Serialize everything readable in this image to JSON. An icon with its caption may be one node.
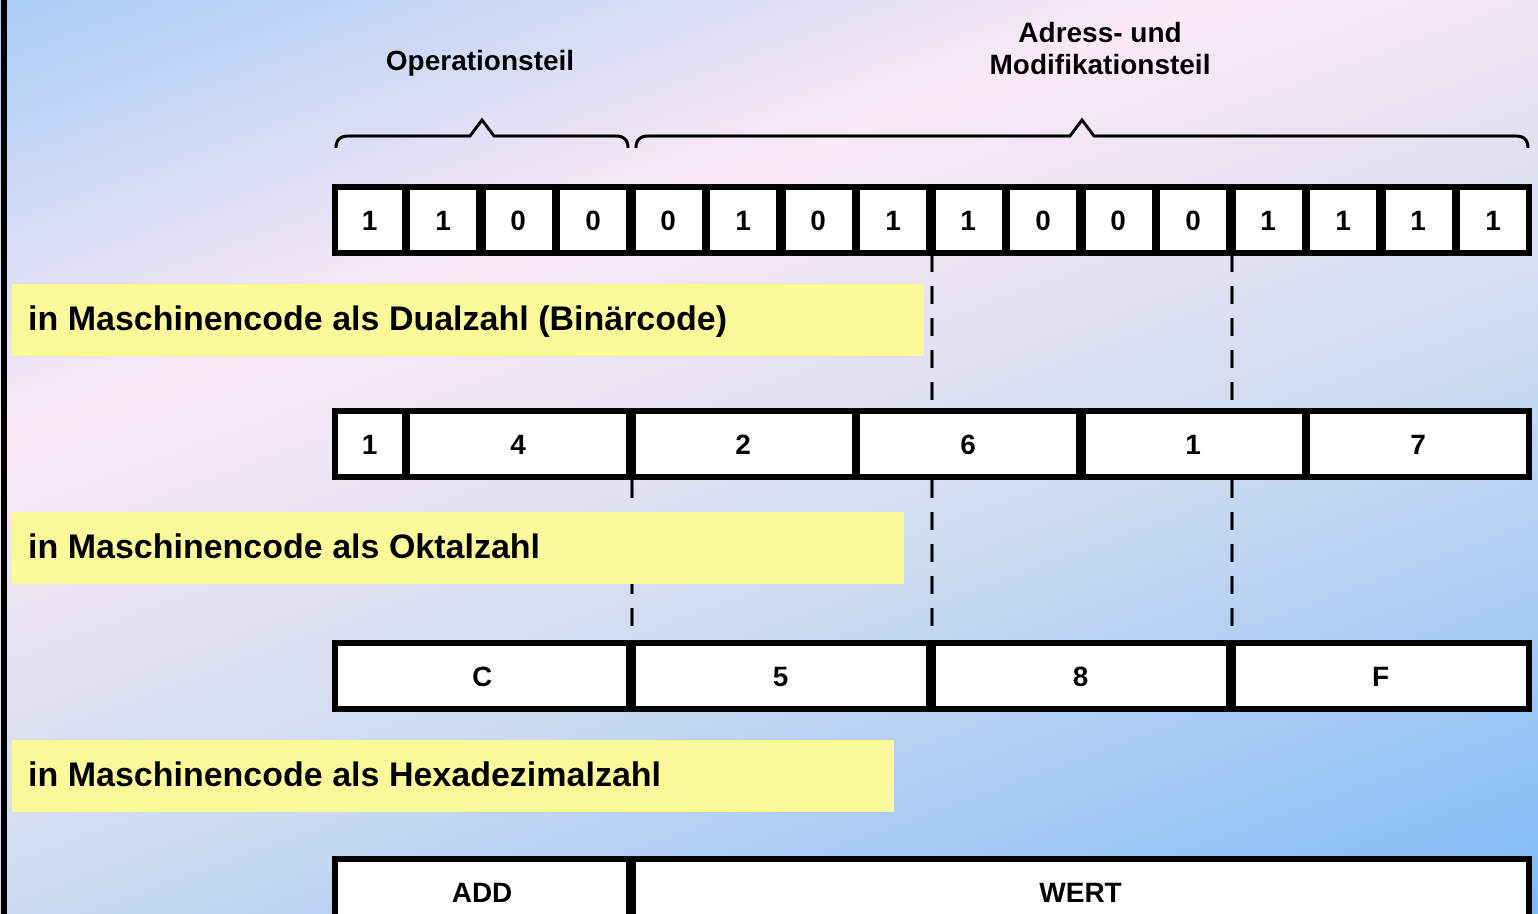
{
  "diagram": {
    "labels": [
      "Operationsteil",
      "Adress- und Modifikationsteil",
      "1",
      "1",
      "0",
      "0",
      "0",
      "1",
      "0",
      "1",
      "1",
      "0",
      "0",
      "0",
      "1",
      "1",
      "1",
      "1",
      "in Maschinencode als Dualzahl (Binärcode)",
      "1",
      "4",
      "2",
      "6",
      "1",
      "7",
      "in Maschinencode als Oktalzahl",
      "C",
      "5",
      "8",
      "F",
      "in Maschinencode als Hexadezimalzahl",
      "ADD",
      "WERT"
    ]
  }
}
